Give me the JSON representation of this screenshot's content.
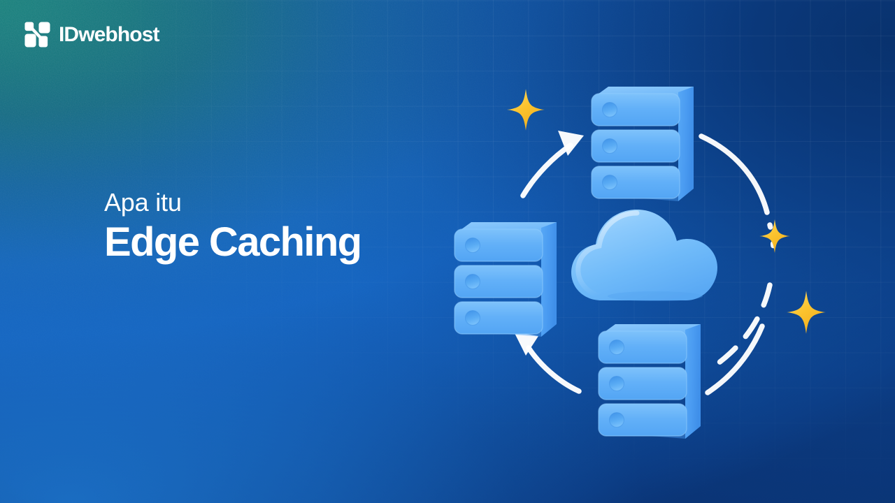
{
  "brand": {
    "name": "IDwebhost",
    "mark_icon": "idwebhost-logo-mark-icon",
    "accent_teal": "#17837e",
    "accent_blue": "#1565c2",
    "accent_navy": "#0a3577"
  },
  "headline": {
    "kicker": "Apa itu",
    "title": "Edge Caching"
  },
  "illustration": {
    "label": "edge-caching-network-diagram",
    "cloud": {
      "icon": "cloud-icon",
      "color": "#6bb8f7"
    },
    "servers": [
      {
        "icon": "server-rack-icon",
        "position": "top",
        "units": 3,
        "color": "#57a9f5"
      },
      {
        "icon": "server-rack-icon",
        "position": "left",
        "units": 3,
        "color": "#57a9f5"
      },
      {
        "icon": "server-rack-icon",
        "position": "bottom",
        "units": 3,
        "color": "#57a9f5"
      }
    ],
    "sparkles": [
      {
        "icon": "sparkle-icon",
        "position": "top-left",
        "color": "#fbc32e"
      },
      {
        "icon": "sparkle-icon",
        "position": "right",
        "color": "#fbc32e"
      },
      {
        "icon": "sparkle-icon",
        "position": "bottom-right",
        "color": "#fbc32e"
      }
    ],
    "arrows": [
      {
        "icon": "curved-arrow-icon",
        "position": "upper-left",
        "direction": "up-right",
        "color": "#ffffff"
      },
      {
        "icon": "curved-arrow-icon",
        "position": "lower-left",
        "direction": "up-left",
        "color": "#ffffff"
      }
    ],
    "arcs": [
      {
        "icon": "solid-arc-icon",
        "position": "upper-right",
        "style": "solid",
        "color": "#ffffff"
      },
      {
        "icon": "dashed-arc-icon",
        "position": "right",
        "style": "dashed",
        "color": "#ffffff"
      },
      {
        "icon": "dashed-arc-icon",
        "position": "lower-right",
        "style": "dashed",
        "color": "#ffffff"
      },
      {
        "icon": "solid-arc-icon",
        "position": "bottom-right",
        "style": "solid",
        "color": "#ffffff"
      }
    ]
  }
}
